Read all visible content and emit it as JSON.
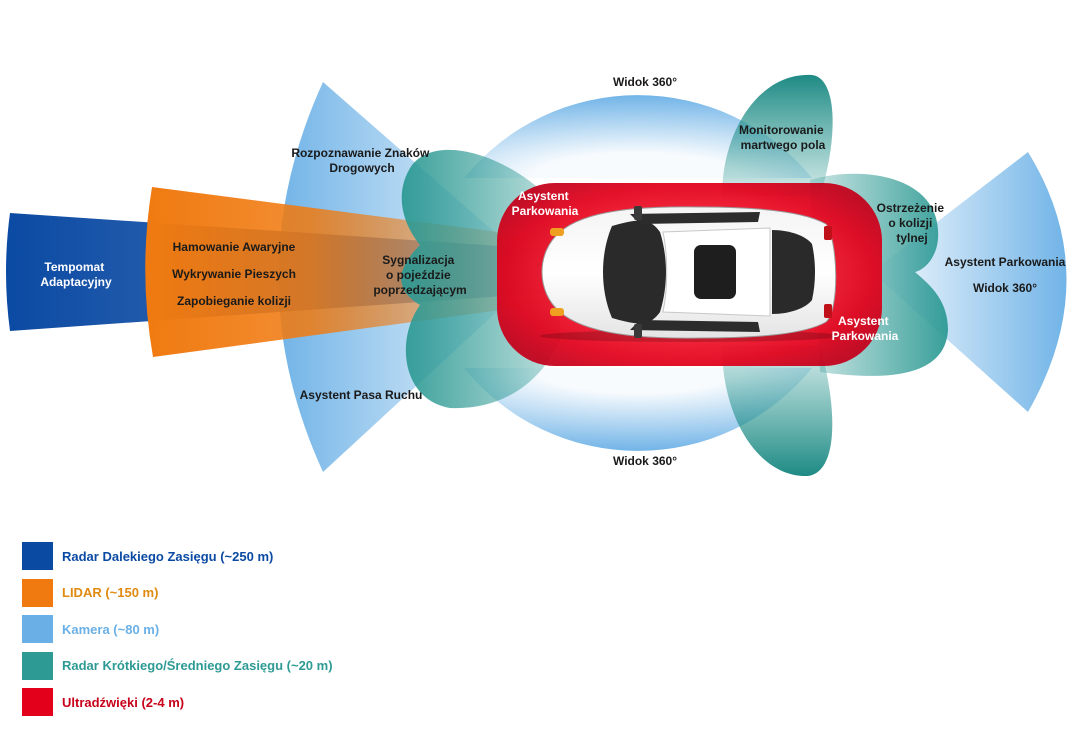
{
  "colors": {
    "long_range_radar": "#0b4aa3",
    "lidar": "#f07a10",
    "camera": "#6ab0e6",
    "short_mid_radar": "#2e9a94",
    "ultrasonic": "#e2001a"
  },
  "labels": {
    "adaptive_cruise": [
      "Tempomat",
      "Adaptacyjny"
    ],
    "emergency_braking": "Hamowanie Awaryjne",
    "pedestrian_detection": "Wykrywanie Pieszych",
    "collision_avoidance": "Zapobieganie kolizji",
    "traffic_sign_recognition": [
      "Rozpoznawanie Znaków",
      "Drogowych"
    ],
    "cross_traffic_alert": [
      "Sygnalizacja",
      "o pojeździe",
      "poprzedzającym"
    ],
    "lane_assist": "Asystent Pasa Ruchu",
    "surround_view_top": "Widok 360°",
    "surround_view_bottom": "Widok 360°",
    "surround_view_rear": "Widok 360°",
    "blind_spot": [
      "Monitorowanie",
      "martwego pola"
    ],
    "rear_collision": [
      "Ostrzeżenie",
      "o kolizji",
      "tylnej"
    ],
    "park_assist_front": [
      "Asystent",
      "Parkowania"
    ],
    "park_assist_rear": [
      "Asystent",
      "Parkowania"
    ],
    "park_assist_side": "Asystent Parkowania"
  },
  "legend": [
    {
      "label": "Radar Dalekiego Zasięgu (~250 m)",
      "color": "#0b4aa3",
      "text_color": "#0b4aa3"
    },
    {
      "label": "LIDAR (~150 m)",
      "color": "#f07a10",
      "text_color": "#e08a10"
    },
    {
      "label": "Kamera (~80 m)",
      "color": "#6ab0e6",
      "text_color": "#6ab0e6"
    },
    {
      "label": "Radar Krótkiego/Średniego Zasięgu (~20 m)",
      "color": "#2e9a94",
      "text_color": "#2e9a94"
    },
    {
      "label": "Ultradźwięki (2-4 m)",
      "color": "#e2001a",
      "text_color": "#c8001a"
    }
  ]
}
